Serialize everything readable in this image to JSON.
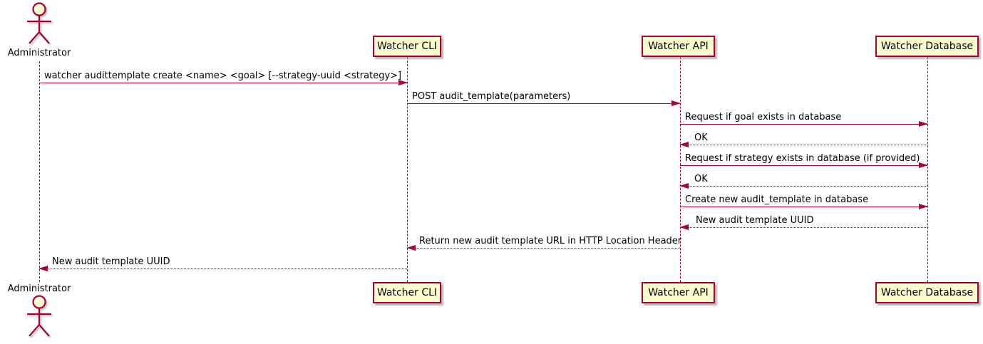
{
  "diagram": {
    "type": "uml-sequence",
    "background": "#FFFFFF",
    "colors": {
      "accent": "#A80036",
      "participant_fill": "#FEFECE",
      "text": "#000000"
    },
    "participants": [
      {
        "id": "administrator",
        "kind": "actor",
        "label": "Administrator"
      },
      {
        "id": "watcher-cli",
        "kind": "participant",
        "label": "Watcher CLI"
      },
      {
        "id": "watcher-api",
        "kind": "participant",
        "label": "Watcher API"
      },
      {
        "id": "watcher-database",
        "kind": "participant",
        "label": "Watcher Database"
      }
    ],
    "messages": [
      {
        "from": "Administrator",
        "to": "Watcher CLI",
        "style": "solid",
        "label": "watcher audittemplate create <name> <goal> [--strategy-uuid <strategy>]"
      },
      {
        "from": "Watcher CLI",
        "to": "Watcher API",
        "style": "solid",
        "label": "POST audit_template(parameters)"
      },
      {
        "from": "Watcher API",
        "to": "Watcher Database",
        "style": "solid",
        "label": "Request if goal exists in database"
      },
      {
        "from": "Watcher Database",
        "to": "Watcher API",
        "style": "dashed",
        "label": "OK"
      },
      {
        "from": "Watcher API",
        "to": "Watcher Database",
        "style": "solid",
        "label": "Request if strategy exists in database (if provided)"
      },
      {
        "from": "Watcher Database",
        "to": "Watcher API",
        "style": "dashed",
        "label": "OK"
      },
      {
        "from": "Watcher API",
        "to": "Watcher Database",
        "style": "solid",
        "label": "Create new audit_template in database"
      },
      {
        "from": "Watcher Database",
        "to": "Watcher API",
        "style": "dashed",
        "label": "New audit template UUID"
      },
      {
        "from": "Watcher API",
        "to": "Watcher CLI",
        "style": "dashed",
        "label": "Return new audit template URL in HTTP Location Header"
      },
      {
        "from": "Watcher CLI",
        "to": "Administrator",
        "style": "dashed",
        "label": "New audit template UUID"
      }
    ]
  }
}
